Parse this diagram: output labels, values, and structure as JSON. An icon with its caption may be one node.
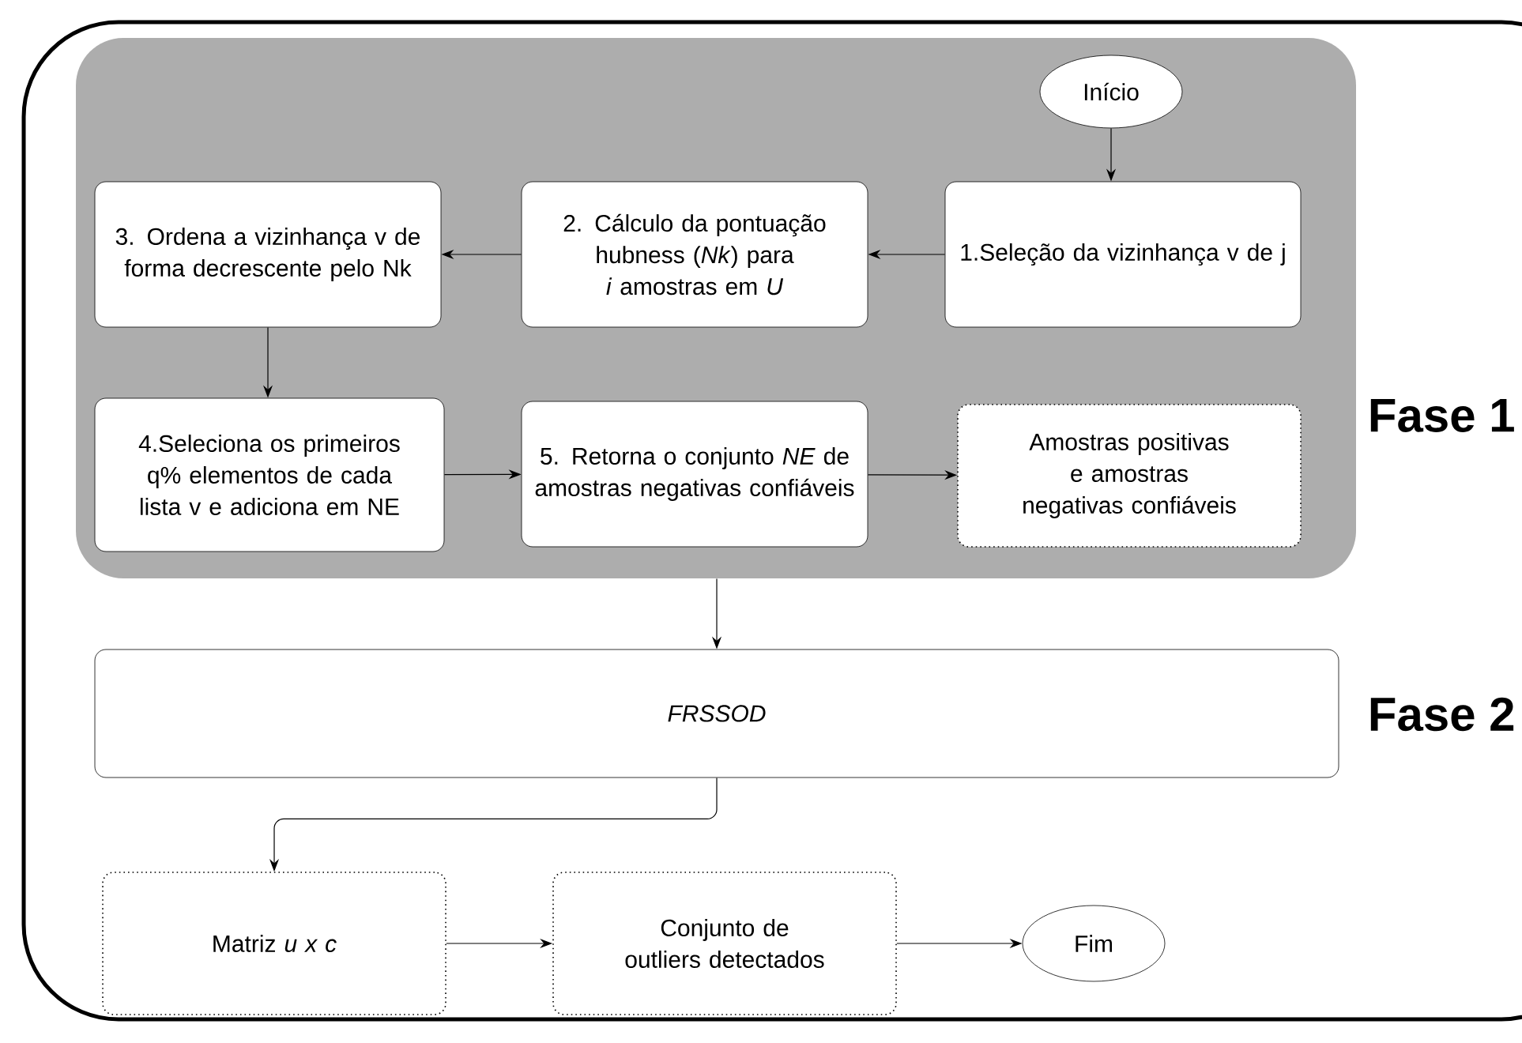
{
  "diagram": {
    "nodes": [
      {
        "text": [],
        "shape": "box"
      },
      {
        "text": [
          "Início"
        ],
        "in": 0
      },
      {
        "text": [
          "1.Seleção da vizinhança v de j"
        ],
        "in": 0
      },
      {
        "text": [
          "2. Cálculo da pontuação hubness (*Nk*) para *i* amostras em *U*"
        ],
        "in": 0
      },
      {
        "text": [
          "3. Ordena a vizinhança v de forma decrescente pelo Nk"
        ],
        "in": 0
      },
      {
        "text": [
          "4.Seleciona os primeiros q% elementos de cada lista v e adiciona em NE"
        ],
        "in": 0
      },
      {
        "text": [
          "5. Retorna o conjunto *NE* de amostras negativas confiáveis"
        ],
        "in": 0
      },
      {
        "text": [
          "Amostras positivas e amostras negativas confiáveis"
        ],
        "in": 0
      },
      {
        "text": [
          "FRSSOD"
        ]
      },
      {
        "text": [
          "Matriz *u x c*"
        ]
      },
      {
        "text": [
          "Conjunto de outliers detectados"
        ]
      },
      {
        "text": [
          "Fim"
        ]
      }
    ],
    "edges": [
      {
        "from": 1,
        "to": 2,
        "arrow": "to"
      },
      {
        "from": 2,
        "to": 3,
        "arrow": "to"
      },
      {
        "from": 3,
        "to": 4,
        "arrow": "to"
      },
      {
        "from": 4,
        "to": 5,
        "arrow": "to"
      },
      {
        "from": 5,
        "to": 6,
        "arrow": "to"
      },
      {
        "from": 6,
        "to": 7,
        "arrow": "to"
      },
      {
        "from": 0,
        "to": 8,
        "arrow": "to"
      },
      {
        "from": 8,
        "to": 9,
        "arrow": "to"
      },
      {
        "from": 9,
        "to": 10,
        "arrow": "to"
      },
      {
        "from": 10,
        "to": 11,
        "arrow": "to"
      }
    ],
    "labels": [
      "Fase 1",
      "Fase 2"
    ]
  }
}
